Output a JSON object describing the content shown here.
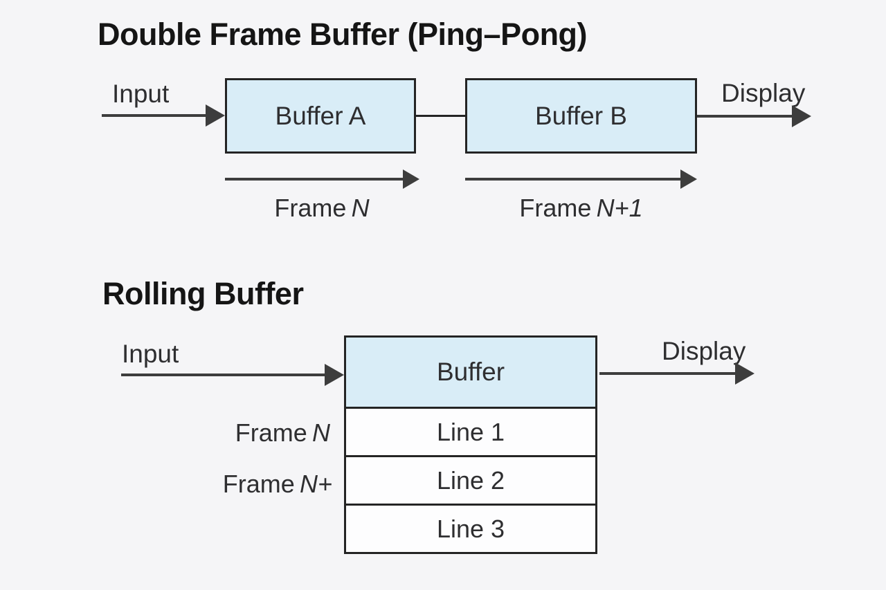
{
  "colors": {
    "bg": "#f5f5f7",
    "box-fill": "#d9edf7",
    "box-border": "#242424",
    "arrow": "#3d3d3d",
    "text": "#2e2e30",
    "title": "#151515",
    "row-fill": "#fdfdfe"
  },
  "ping_pong": {
    "title": "Double Frame Buffer (Ping–Pong)",
    "input_label": "Input",
    "display_label": "Display",
    "buffer_a_label": "Buffer A",
    "buffer_b_label": "Buffer B",
    "frame_a": {
      "prefix": "Frame",
      "var": "N"
    },
    "frame_b": {
      "prefix": "Frame",
      "var": "N+1"
    }
  },
  "rolling": {
    "title": "Rolling Buffer",
    "input_label": "Input",
    "display_label": "Display",
    "buffer_label": "Buffer",
    "rows": [
      "Line 1",
      "Line 2",
      "Line 3"
    ],
    "frame_row1": {
      "prefix": "Frame",
      "var": "N"
    },
    "frame_row2": {
      "prefix": "Frame",
      "var": "N+"
    }
  }
}
